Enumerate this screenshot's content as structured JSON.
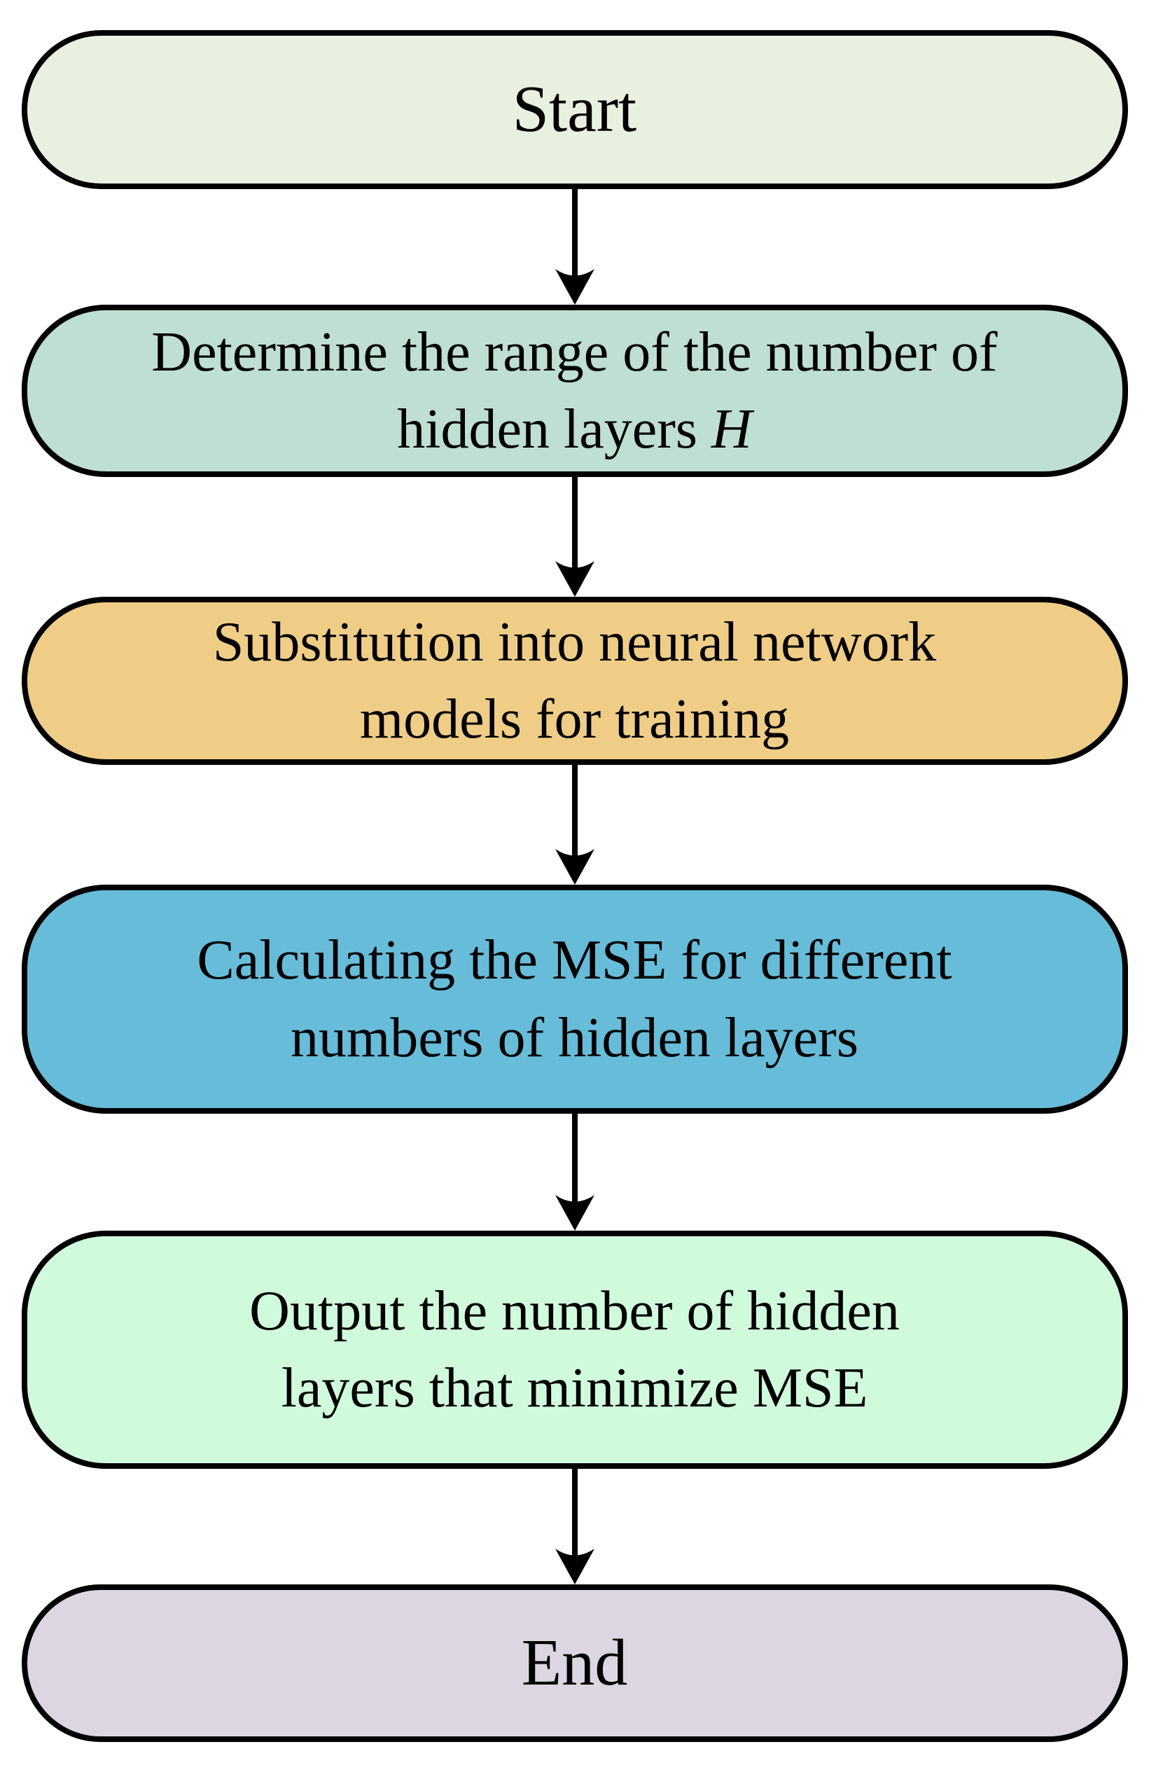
{
  "styles": {
    "background": "#FFFFFF",
    "border_color": "#000000",
    "arrow_color": "#000000",
    "text_color": "#000000"
  },
  "nodes": {
    "start": {
      "label": "Start",
      "fill": "#EAF0DF"
    },
    "determine": {
      "line1": "Determine the range of the number of",
      "line2": "hidden layers",
      "line2_italic": "H",
      "fill": "#BEDFD1"
    },
    "substitution": {
      "line1": "Substitution into neural network",
      "line2": "models for training",
      "fill": "#F0CD87"
    },
    "calculate": {
      "line1": "Calculating the MSE for different",
      "line2": "numbers of hidden layers",
      "fill": "#67BCD9"
    },
    "output": {
      "line1": "Output the number of hidden",
      "line2": "layers that minimize MSE",
      "fill": "#D0FADC"
    },
    "end": {
      "label": "End",
      "fill": "#DBD6E1"
    }
  }
}
